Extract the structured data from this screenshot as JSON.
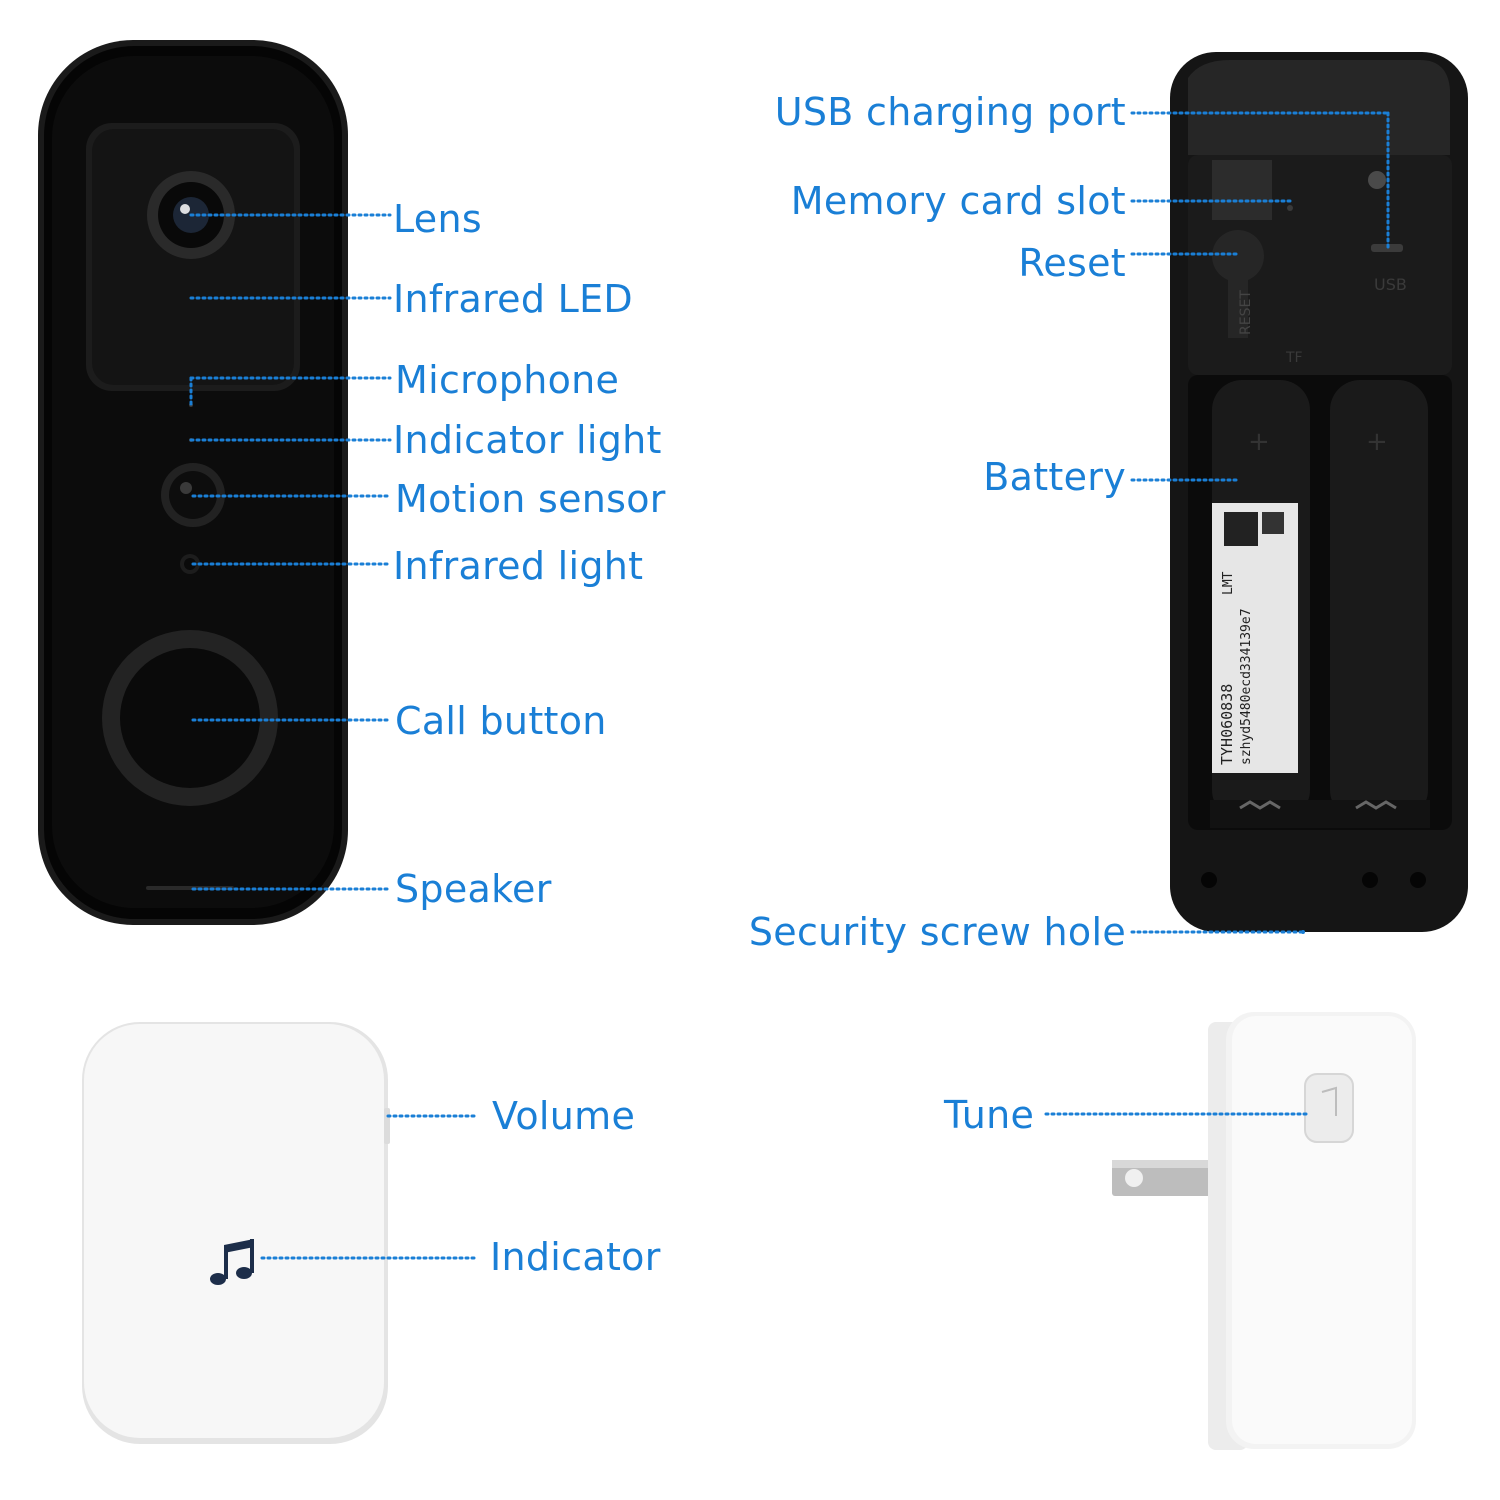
{
  "colors": {
    "label": "#1a7fd6",
    "leader": "#1a7fd6",
    "device_dark": "#111111",
    "device_light": "#f7f7f7"
  },
  "front_callouts": {
    "lens": "Lens",
    "infrared_led": "Infrared LED",
    "microphone": "Microphone",
    "indicator_light": "Indicator light",
    "motion_sensor": "Motion sensor",
    "infrared_light": "Infrared light",
    "call_button": "Call button",
    "speaker": "Speaker"
  },
  "back_callouts": {
    "usb_port": "USB charging port",
    "memory_slot": "Memory card slot",
    "reset": "Reset",
    "battery": "Battery",
    "screw_hole": "Security screw hole"
  },
  "back_markings": {
    "usb": "USB",
    "reset": "RESET",
    "tf": "TF",
    "label_lines": [
      "TYH060838",
      "szhyd5480ecd334139e7",
      "LMT"
    ]
  },
  "chime_callouts": {
    "volume": "Volume",
    "indicator": "Indicator"
  },
  "plug_callouts": {
    "tune": "Tune"
  },
  "icons": {
    "chime_indicator": "music-note-icon"
  }
}
